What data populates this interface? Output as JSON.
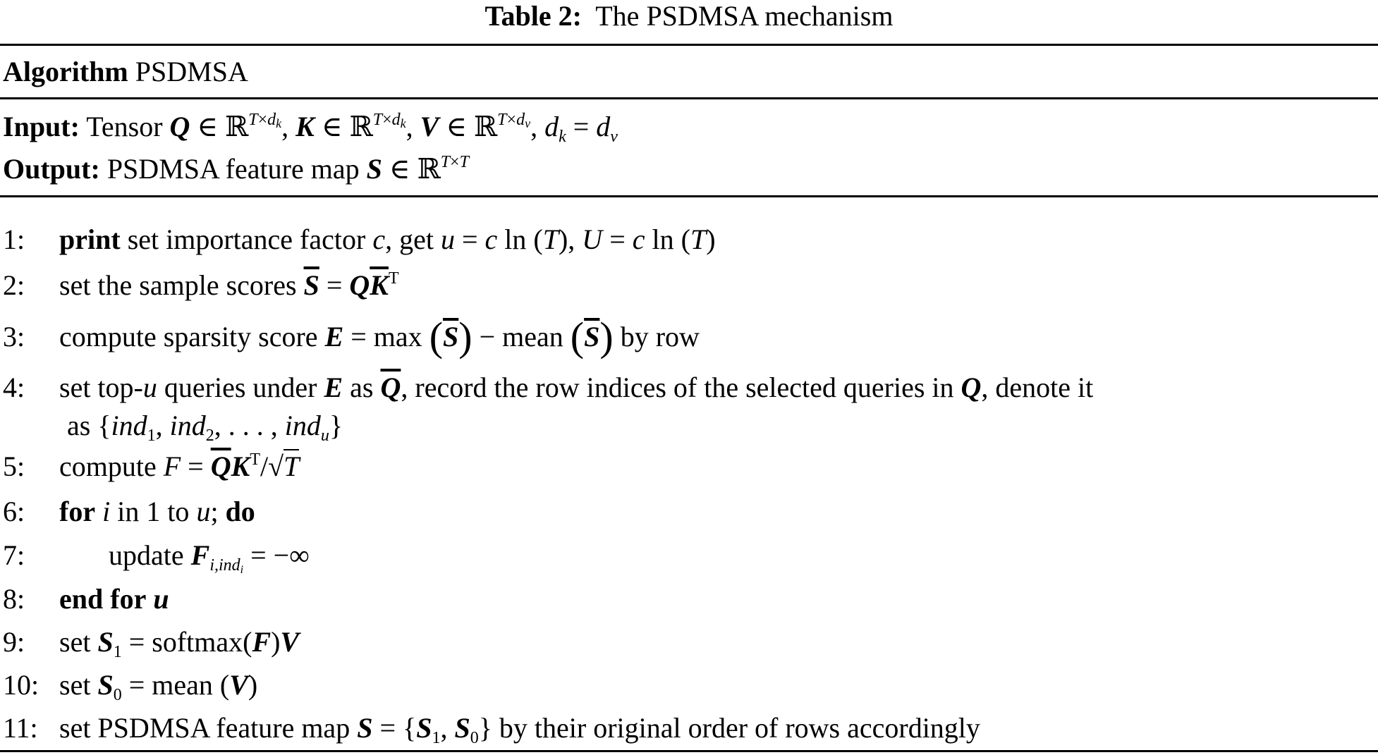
{
  "caption": {
    "label": "Table 2:",
    "title": "The PSDMSA mechanism"
  },
  "header": {
    "keyword": "Algorithm",
    "name": "PSDMSA"
  },
  "io": {
    "input_label": "Input:",
    "input_text": "Tensor",
    "output_label": "Output:",
    "output_text": "PSDMSA feature map"
  },
  "steps": [
    {
      "num": "1:",
      "keyword": "print",
      "text": "set importance factor"
    },
    {
      "num": "2:",
      "text": "set the sample scores"
    },
    {
      "num": "3:",
      "text": "compute sparsity score"
    },
    {
      "num": "4:",
      "text": "set top-",
      "text2": "queries under",
      "text3": "as",
      "text4": ", record the row indices of the selected queries in",
      "text5": ", denote it",
      "cont": "as"
    },
    {
      "num": "5:",
      "text": "compute"
    },
    {
      "num": "6:",
      "keyword": "for",
      "text": "in 1 to",
      "keyword2": "do"
    },
    {
      "num": "7:",
      "text": "update"
    },
    {
      "num": "8:",
      "keyword": "end for"
    },
    {
      "num": "9:",
      "text": "set"
    },
    {
      "num": "10:",
      "text": "set"
    },
    {
      "num": "11:",
      "text": "set PSDMSA feature map",
      "text2": "by their original order of rows accordingly"
    }
  ]
}
